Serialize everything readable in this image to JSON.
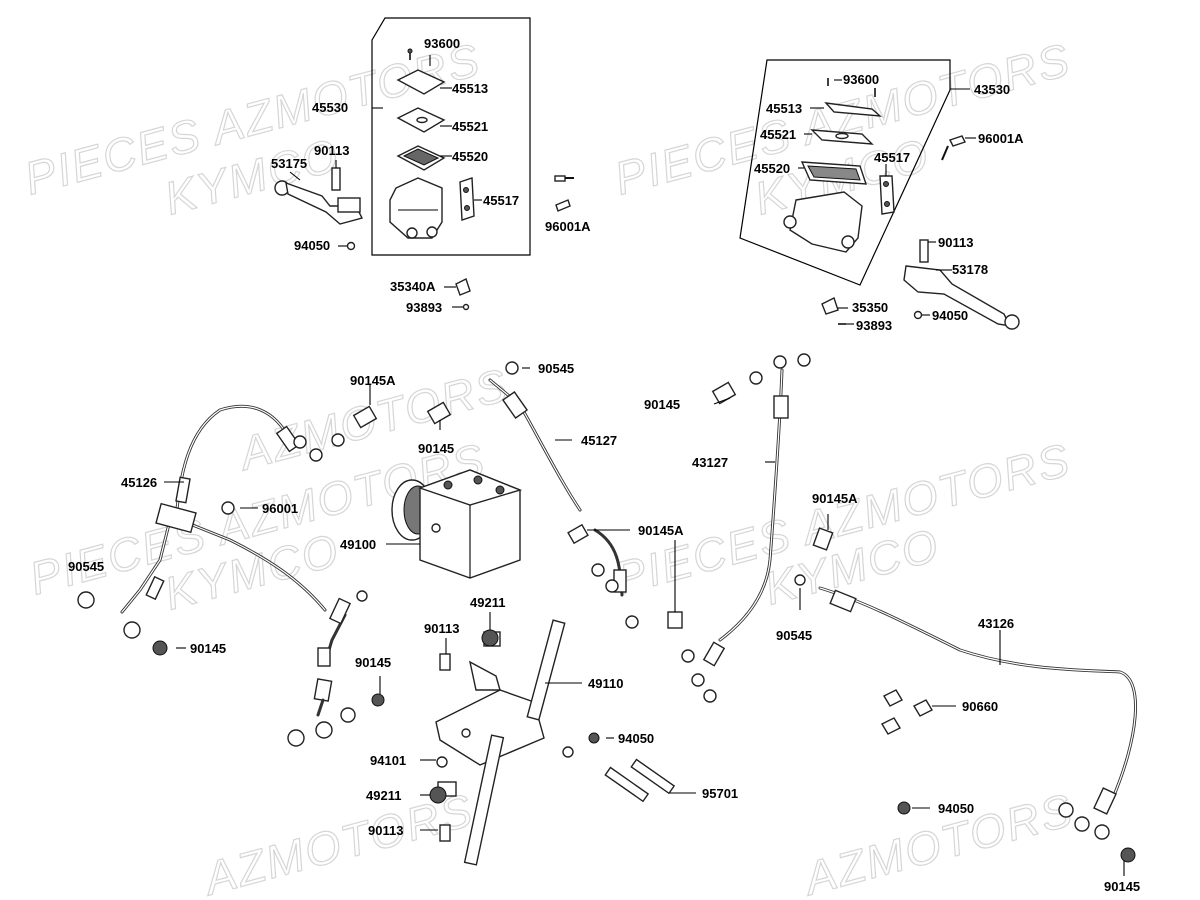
{
  "watermarks": {
    "w1": "PIECES AZMOTORS",
    "w2": "KYMCO",
    "w3": "PIECES AZMOTORS",
    "w4": "KYMCO",
    "w5": "AZMOTORS",
    "w6": "PIECES AZMOTORS",
    "w7": "KYMCO",
    "w8": "PIECES AZMOTORS",
    "w9": "KYMCO",
    "w10": "AZMOTORS",
    "w11": "AZMOTORS"
  },
  "labels": {
    "p93600a": "93600",
    "p45513a": "45513",
    "p45530": "45530",
    "p45521a": "45521",
    "p45520a": "45520",
    "p90113a": "90113",
    "p53175": "53175",
    "p45517a": "45517",
    "p94050a": "94050",
    "p96001Aa": "96001A",
    "p35340A": "35340A",
    "p93893a": "93893",
    "p93600b": "93600",
    "p43530": "43530",
    "p45513b": "45513",
    "p45521b": "45521",
    "p96001Ab": "96001A",
    "p45517b": "45517",
    "p45520b": "45520",
    "p90113b": "90113",
    "p53178": "53178",
    "p35350": "35350",
    "p94050b": "94050",
    "p93893b": "93893",
    "p90545a": "90545",
    "p90145Aa": "90145A",
    "p90145a": "90145",
    "p45127": "45127",
    "p90145b": "90145",
    "p43127": "43127",
    "p45126": "45126",
    "p96001": "96001",
    "p49100": "49100",
    "p90145Ab": "90145A",
    "p90145Ac": "90145A",
    "p90545b": "90545",
    "p90145c": "90145",
    "p49211a": "49211",
    "p90113c": "90113",
    "p90545c": "90545",
    "p43126": "43126",
    "p90145d": "90145",
    "p49110": "49110",
    "p90660": "90660",
    "p94050c": "94050",
    "p94101": "94101",
    "p49211b": "49211",
    "p95701": "95701",
    "p94050d": "94050",
    "p90113d": "90113",
    "p90145e": "90145"
  }
}
